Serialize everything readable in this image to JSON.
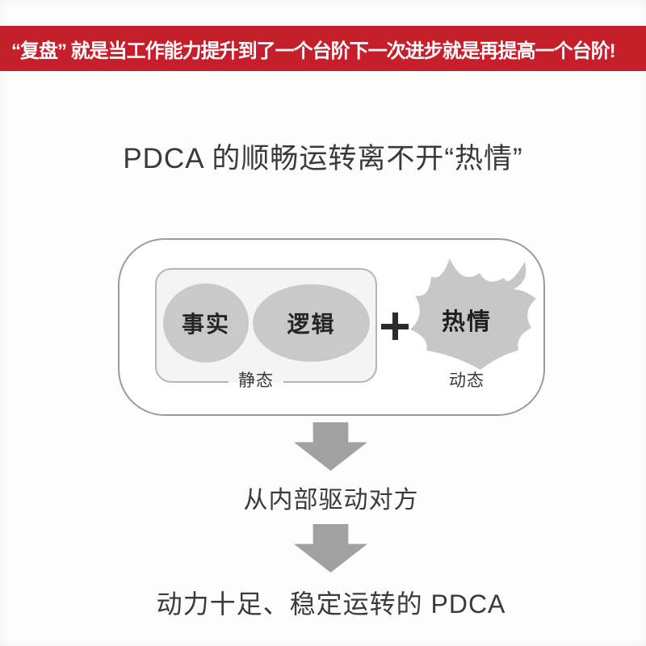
{
  "banner": {
    "text": "“复盘” 就是当工作能力提升到了一个台阶下一次进步就是再提高一个台阶!"
  },
  "title": "PDCA 的顺畅运转离不开“热情”",
  "diagram": {
    "static": {
      "items": [
        "事实",
        "逻辑"
      ],
      "label": "静态"
    },
    "plus_icon": "+",
    "dynamic": {
      "flame_text": "热情",
      "label": "动态"
    }
  },
  "flow": {
    "step1": "从内部驱动对方",
    "step2": "动力十足、稳定运转的 PDCA"
  },
  "colors": {
    "banner_bg": "#c51f2b",
    "banner_fg": "#ffffff",
    "shape_gray": "#c9c9c9",
    "flame_gray": "#c7c7c7",
    "arrow_gray": "#a1a1a1",
    "outer_border": "#9b9b9b",
    "inner_bg": "#f4f4f4",
    "text_dark": "#3a3a3a"
  }
}
